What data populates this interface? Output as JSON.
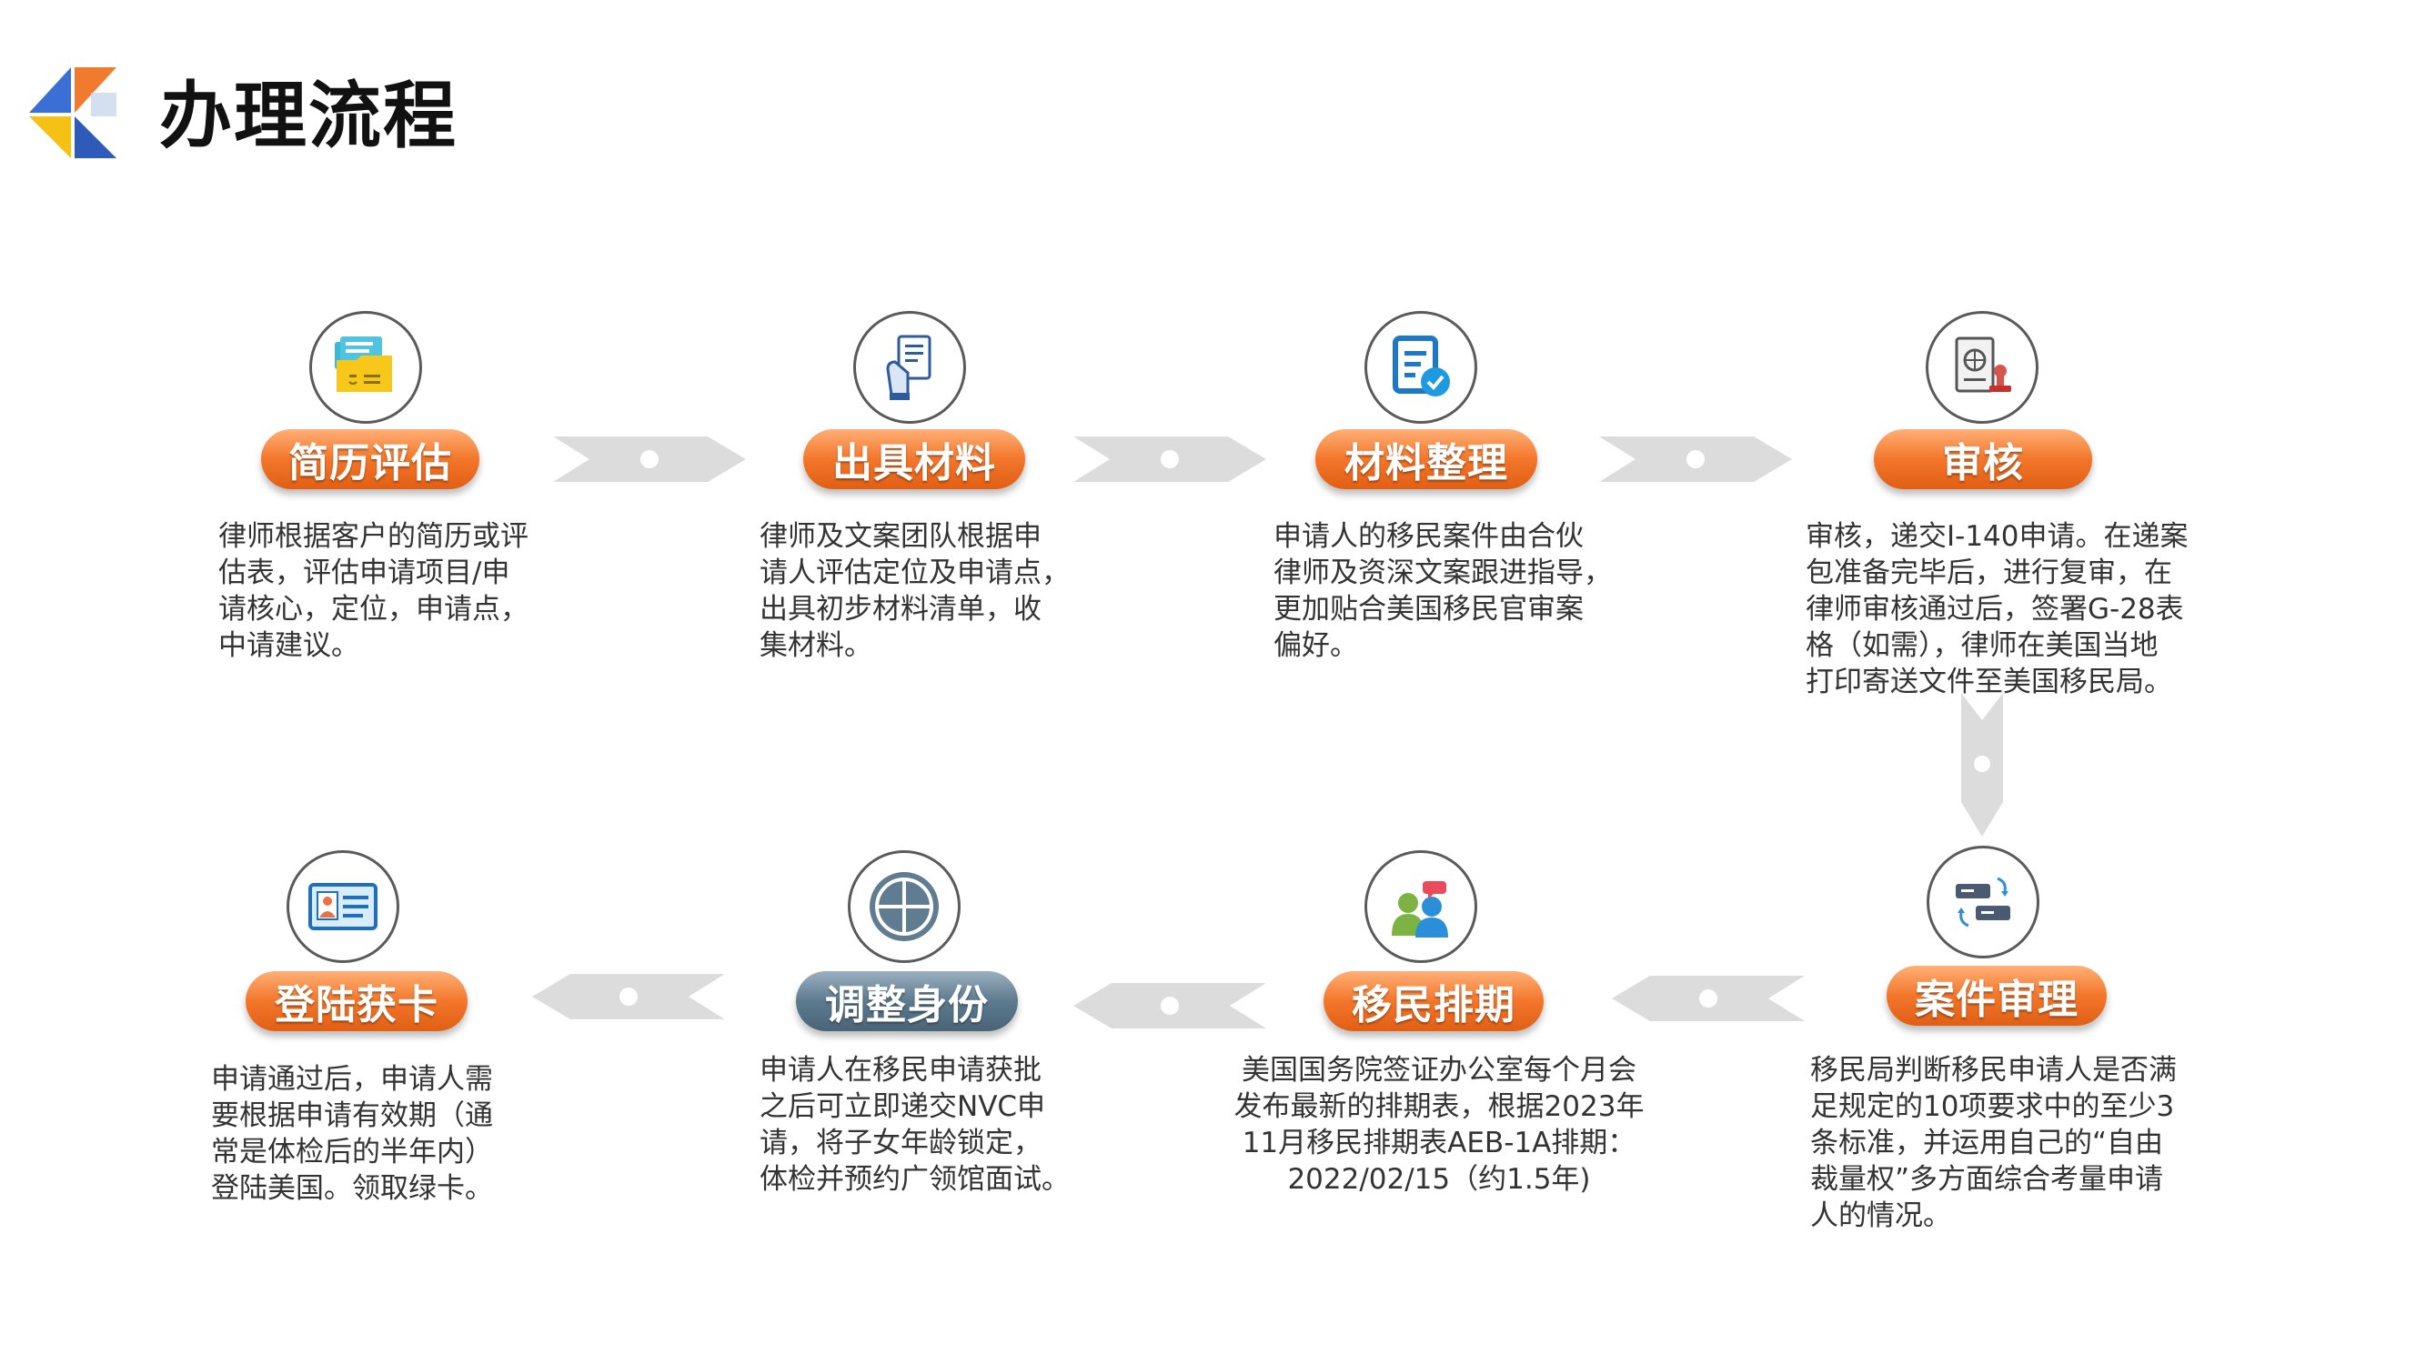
{
  "title": "办理流程",
  "colors": {
    "pill_orange": "#f3762a",
    "pill_gray": "#5d7a8f",
    "arrow": "#dcdcdc",
    "text": "#333333"
  },
  "steps": [
    {
      "label": "简历评估",
      "icon": "folder-document-icon",
      "desc": [
        "律师根据客户的简历或评",
        "估表，评估申请项目/申",
        "请核心，定位，申请点，",
        "中请建议。"
      ]
    },
    {
      "label": "出具材料",
      "icon": "document-hand-icon",
      "desc": [
        "律师及文案团队根据申",
        "请人评估定位及申请点，",
        "出具初步材料清单，收",
        "集材料。"
      ]
    },
    {
      "label": "材料整理",
      "icon": "document-check-icon",
      "desc": [
        "申请人的移民案件由合伙",
        "律师及资深文案跟进指导，",
        "更加贴合美国移民官审案",
        "偏好。"
      ]
    },
    {
      "label": "审核",
      "icon": "passport-stamp-icon",
      "desc": [
        "审核，递交I-140申请。在递案",
        "包准备完毕后，进行复审，在",
        "律师审核通过后，签署G-28表",
        "格（如需），律师在美国当地",
        "打印寄送文件至美国移民局。"
      ]
    },
    {
      "label": "案件审理",
      "icon": "exchange-cards-icon",
      "desc": [
        "移民局判断移民申请人是否满",
        "足规定的10项要求中的至少3",
        "条标准，并运用自己的“自由",
        "裁量权”多方面综合考量申请",
        "人的情况。"
      ]
    },
    {
      "label": "移民排期",
      "icon": "people-chat-icon",
      "desc": [
        "美国国务院签证办公室每个月会",
        "发布最新的排期表，根据2023年",
        "11月移民排期表AEB-1A排期：",
        "2022/02/15（约1.5年)"
      ]
    },
    {
      "label": "调整身份",
      "icon": "globe-cross-icon",
      "desc": [
        "申请人在移民申请获批",
        "之后可立即递交NVC申",
        "请，将子女年龄锁定，",
        "体检并预约广领馆面试。"
      ]
    },
    {
      "label": "登陆获卡",
      "icon": "id-card-icon",
      "desc": [
        "申请通过后，申请人需",
        "要根据申请有效期（通",
        "常是体检后的半年内）",
        "登陆美国。领取绿卡。"
      ]
    }
  ]
}
